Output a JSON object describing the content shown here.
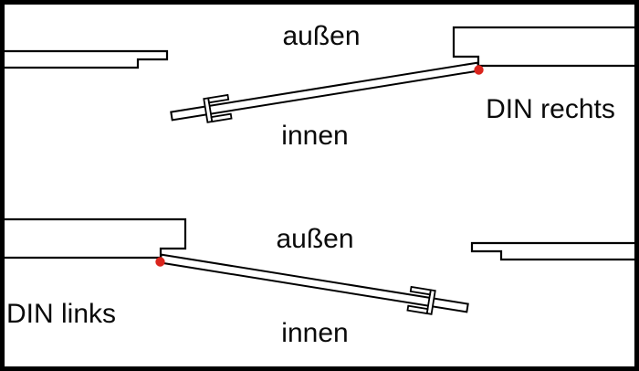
{
  "diagram": {
    "background": "#ffffff",
    "line_color": "#000000",
    "hinge_dot_color": "#da251d",
    "top_variant": {
      "outside_label": "außen",
      "inside_label": "innen",
      "handing_label": "DIN rechts"
    },
    "bottom_variant": {
      "outside_label": "außen",
      "inside_label": "innen",
      "handing_label": "DIN links"
    }
  }
}
